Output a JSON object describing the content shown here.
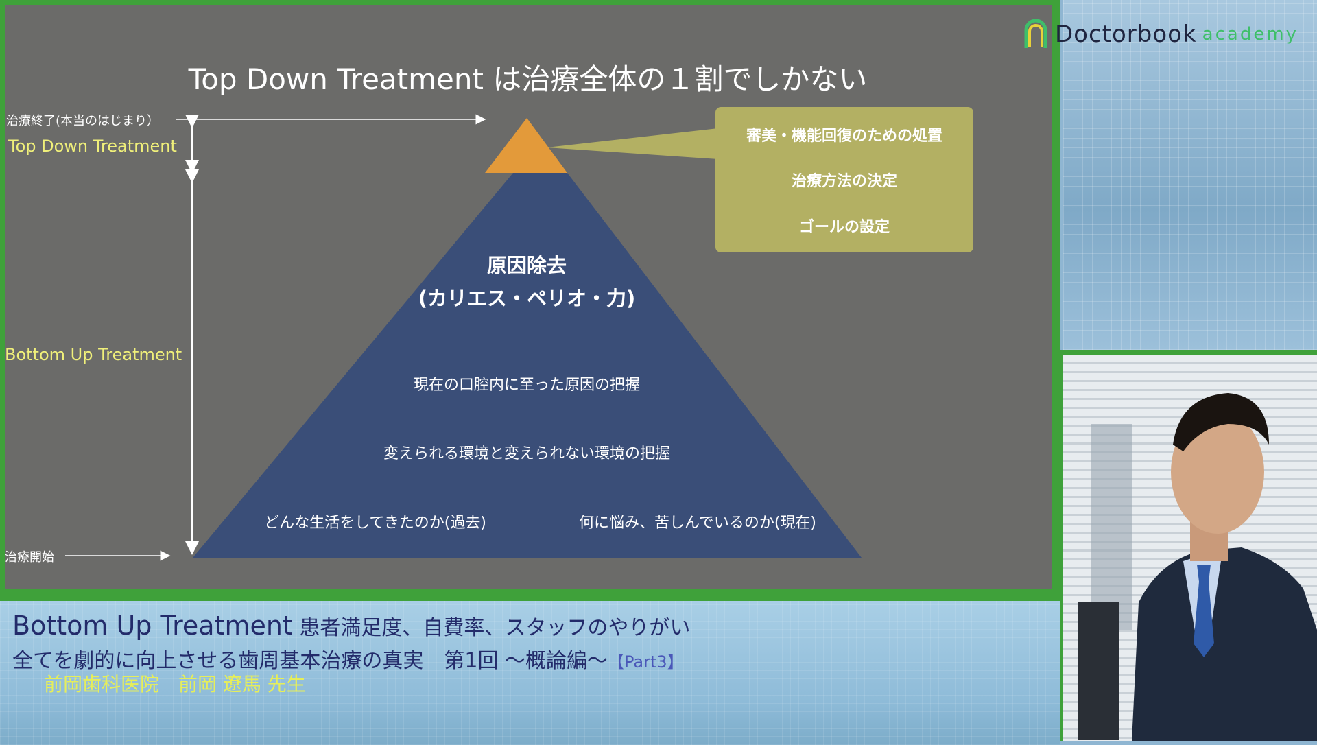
{
  "slide": {
    "title": "Top Down Treatment は治療全体の１割でしかない",
    "treatment_end_label": "治療終了(本当のはじまり）",
    "top_down_label": "Top Down Treatment",
    "bottom_up_label": "Bottom Up Treatment",
    "treatment_start_label": "治療開始",
    "callout": {
      "items": [
        "審美・機能回復のための処置",
        "治療方法の決定",
        "ゴールの設定"
      ]
    },
    "pyramid": {
      "heading_line1": "原因除去",
      "heading_line2": "(カリエス・ペリオ・力)",
      "item1": "現在の口腔内に至った原因の把握",
      "item2": "変えられる環境と変えられない環境の把握",
      "item3_left": "どんな生活をしてきたのか(過去)",
      "item3_right": "何に悩み、苦しんでいるのか(現在)"
    },
    "colors": {
      "background": "#6b6b69",
      "pyramid_top": "#e39a3a",
      "pyramid_body": "#3a4e78",
      "callout": "#b3b063",
      "yellow_label": "#f0f07a"
    }
  },
  "logo": {
    "name": "Doctorbook",
    "sub": "academy",
    "icon": "bookmark-arch-icon"
  },
  "caption": {
    "line1_main": "Bottom Up Treatment",
    "line1_sub": " 患者満足度、自費率、スタッフのやりがい",
    "line2": "全てを劇的に向上させる歯周基本治療の真実　第1回 ～概論編～",
    "line2_part": "【Part3】",
    "line3": "前岡歯科医院　前岡 遼馬 先生"
  }
}
